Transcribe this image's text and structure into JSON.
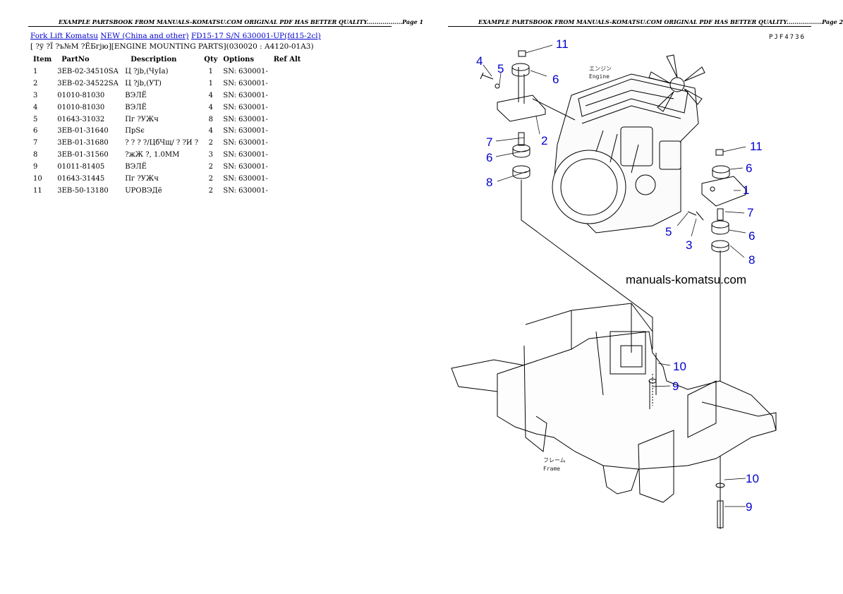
{
  "page1": {
    "header": "EXAMPLE PARTSBOOK FROM MANUALS-KOMATSU.COM ORIGINAL PDF HAS BETTER QUALITY..................Page 1",
    "breadcrumb": {
      "link1": "Fork Lift Komatsu",
      "link2": "NEW (China and other)",
      "link3": "FD15-17 S/N 630001-UP(fd15-2cl)"
    },
    "subtitle": "[ ?ÿ ?Ï ?ъ№М ?ЁБгјю][ENGINE MOUNTING PARTS](030020 : A4120-01A3)",
    "columns": [
      "Item",
      "PartNo",
      "Description",
      "Qty",
      "Options",
      "Ref Alt"
    ],
    "rows": [
      {
        "item": "1",
        "partno": "3EB-02-34510SA",
        "desc": "Ц ?jb,(ЧуIa)",
        "qty": "1",
        "options": "SN: 630001-",
        "refalt": ""
      },
      {
        "item": "2",
        "partno": "3EB-02-34522SA",
        "desc": "Ц ?jb,(УТ)",
        "qty": "1",
        "options": "SN: 630001-",
        "refalt": ""
      },
      {
        "item": "3",
        "partno": "01010-81030",
        "desc": "ВЭЛЁ",
        "qty": "4",
        "options": "SN: 630001-",
        "refalt": ""
      },
      {
        "item": "4",
        "partno": "01010-81030",
        "desc": "ВЭЛЁ",
        "qty": "4",
        "options": "SN: 630001-",
        "refalt": ""
      },
      {
        "item": "5",
        "partno": "01643-31032",
        "desc": "Пг ?УЖч",
        "qty": "8",
        "options": "SN: 630001-",
        "refalt": ""
      },
      {
        "item": "6",
        "partno": "3EB-01-31640",
        "desc": "ПрЅє",
        "qty": "4",
        "options": "SN: 630001-",
        "refalt": ""
      },
      {
        "item": "7",
        "partno": "3EB-01-31680",
        "desc": "? ? ? ?/ЦбЧщ/ ? ?И ?",
        "qty": "2",
        "options": "SN: 630001-",
        "refalt": ""
      },
      {
        "item": "8",
        "partno": "3EB-01-31560",
        "desc": "?жЖ ?, 1.0MM",
        "qty": "3",
        "options": "SN: 630001-",
        "refalt": ""
      },
      {
        "item": "9",
        "partno": "01011-81405",
        "desc": "ВЭЛЁ",
        "qty": "2",
        "options": "SN: 630001-",
        "refalt": ""
      },
      {
        "item": "10",
        "partno": "01643-31445",
        "desc": "Пг ?УЖч",
        "qty": "2",
        "options": "SN: 630001-",
        "refalt": ""
      },
      {
        "item": "11",
        "partno": "3EB-50-13180",
        "desc": "UРОВЭДё",
        "qty": "2",
        "options": "SN: 630001-",
        "refalt": ""
      }
    ]
  },
  "page2": {
    "header": "EXAMPLE PARTSBOOK FROM MANUALS-KOMATSU.COM ORIGINAL PDF HAS BETTER QUALITY..................Page 2",
    "figure_code": "PJF4736",
    "watermark": "manuals-komatsu.com",
    "engine_label_jp": "エンジン",
    "engine_label": "Engine",
    "frame_label_jp": "フレーム",
    "frame_label": "Frame",
    "callouts": [
      "11",
      "4",
      "5",
      "6",
      "2",
      "7",
      "6",
      "8",
      "11",
      "6",
      "1",
      "5",
      "3",
      "7",
      "6",
      "8",
      "10",
      "9",
      "10",
      "9"
    ]
  },
  "colors": {
    "link": "#0000cc",
    "callout": "#0000cc",
    "text": "#000000"
  }
}
